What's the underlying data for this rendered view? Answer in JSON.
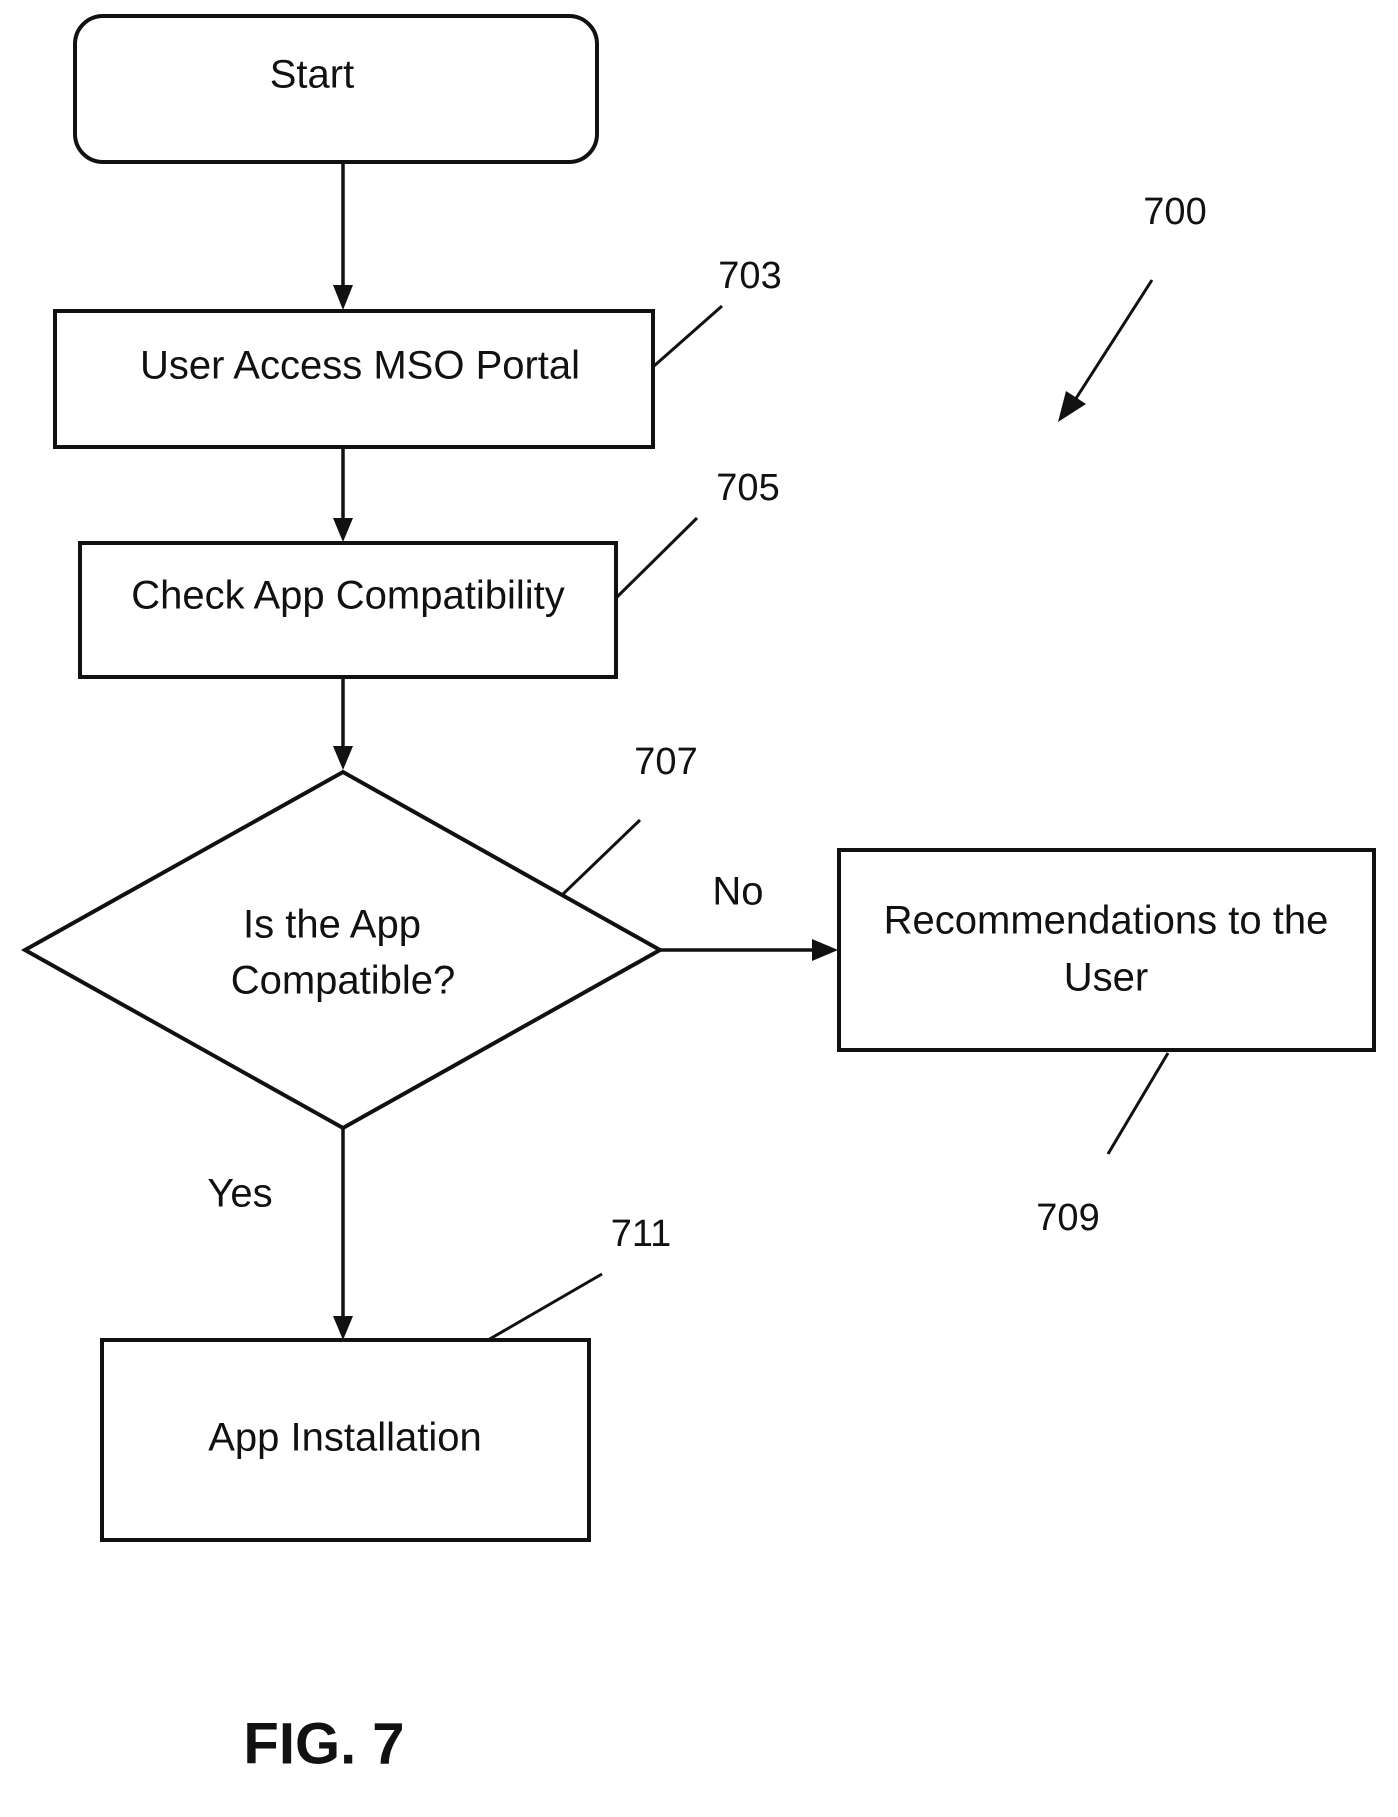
{
  "diagram": {
    "nodes": {
      "start": {
        "label": "Start"
      },
      "access_portal": {
        "label": "User Access MSO Portal",
        "ref": "703"
      },
      "check_compat": {
        "label": "Check App Compatibility",
        "ref": "705"
      },
      "decision": {
        "label_line1": "Is the App",
        "label_line2": "Compatible?",
        "ref": "707"
      },
      "recommendations": {
        "label_line1": "Recommendations to the",
        "label_line2": "User",
        "ref": "709"
      },
      "installation": {
        "label": "App Installation",
        "ref": "711"
      }
    },
    "edges": {
      "no_label": "No",
      "yes_label": "Yes"
    },
    "figure_ref": "700",
    "figure_caption": "FIG. 7"
  }
}
